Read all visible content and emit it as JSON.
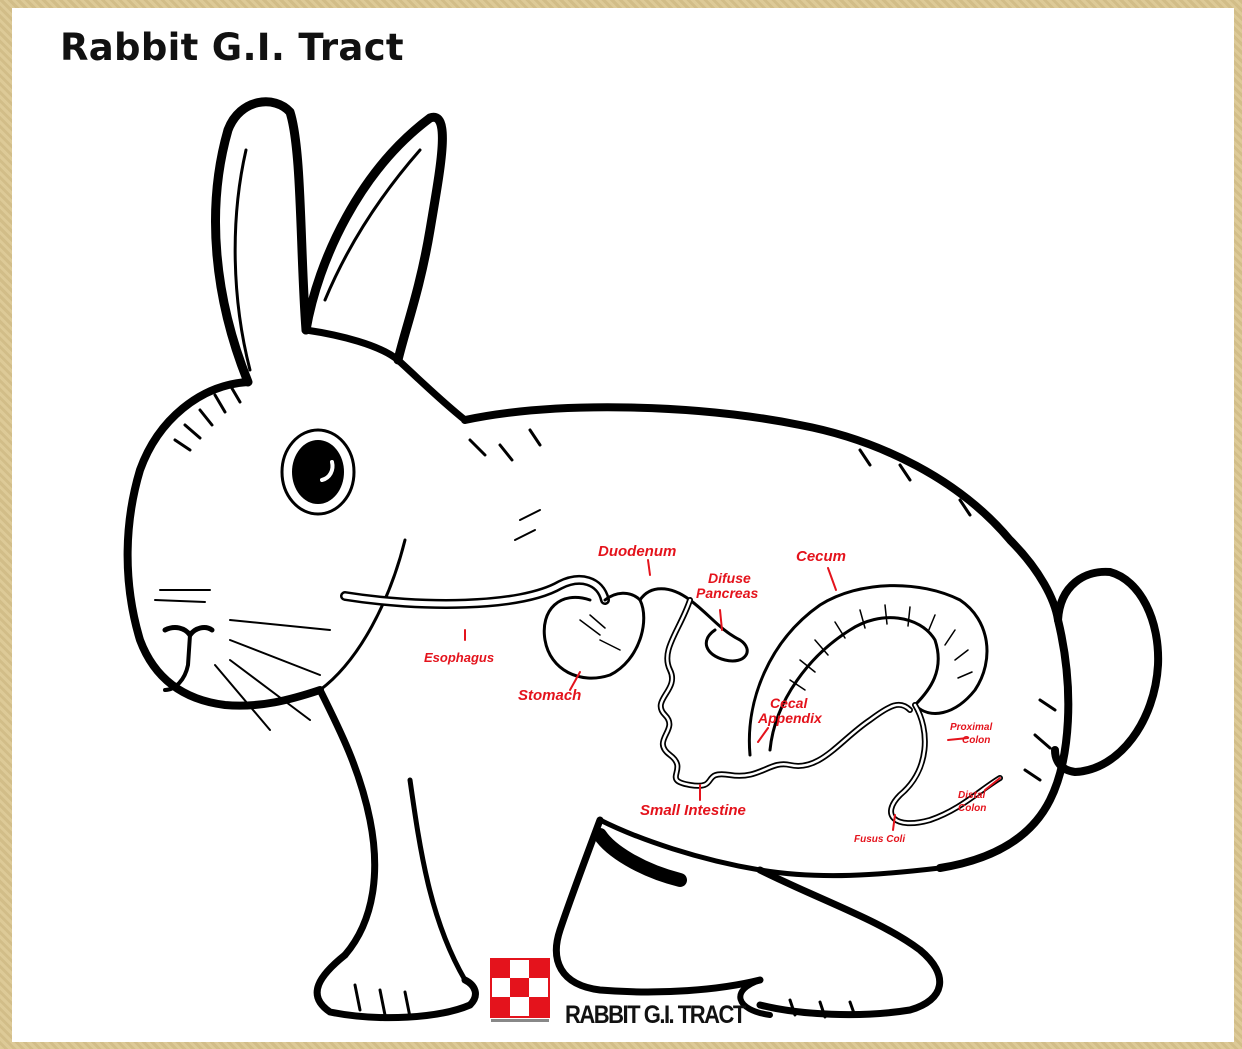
{
  "title": "Rabbit G.I. Tract",
  "caption": "RABBIT G.I. TRACT",
  "logo_icon": "checkerboard-logo-icon",
  "colors": {
    "label": "#e4131c",
    "outline": "#000000",
    "frame": "#dac58e"
  },
  "labels": {
    "duodenum": "Duodenum",
    "cecum": "Cecum",
    "diffuse_pancreas_1": "Difuse",
    "diffuse_pancreas_2": "Pancreas",
    "esophagus": "Esophagus",
    "stomach": "Stomach",
    "cecal_appendix_1": "Cecal",
    "cecal_appendix_2": "Appendix",
    "proximal_colon_1": "Proximal",
    "proximal_colon_2": "Colon",
    "distal_colon_1": "Distal",
    "distal_colon_2": "Colon",
    "small_intestine": "Small Intestine",
    "fusus_coli": "Fusus Coli"
  }
}
